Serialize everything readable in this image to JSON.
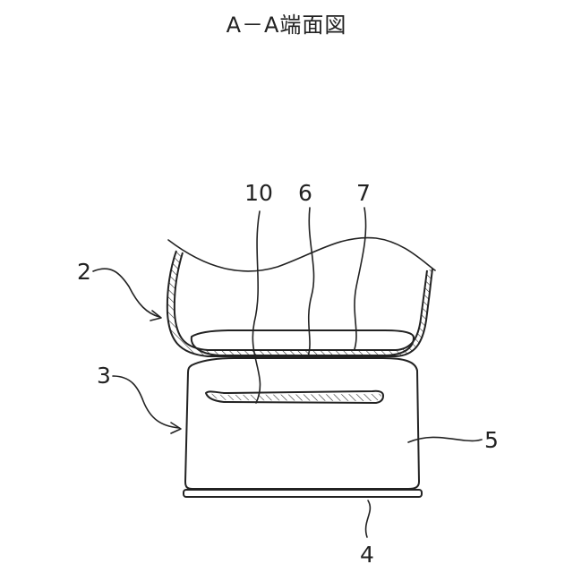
{
  "title": "A－A端面図",
  "labels": {
    "ref_2": "2",
    "ref_3": "3",
    "ref_4": "4",
    "ref_5": "5",
    "ref_6": "6",
    "ref_7": "7",
    "ref_10": "10"
  }
}
